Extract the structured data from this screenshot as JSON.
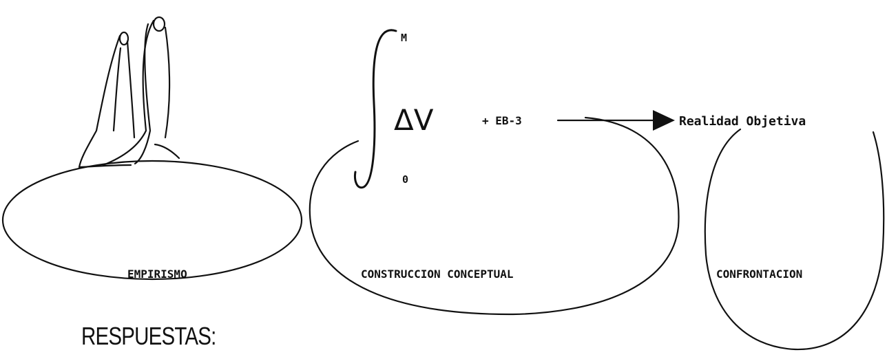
{
  "diagram": {
    "stages": [
      {
        "id": "empirismo",
        "label": "EMPIRISMO"
      },
      {
        "id": "construccion",
        "label": "CONSTRUCCION CONCEPTUAL"
      },
      {
        "id": "confrontacion",
        "label": "CONFRONTACION"
      }
    ],
    "integral": {
      "upper_limit": "M",
      "lower_limit": "0",
      "integrand": "ΔV",
      "term": "+ EB-3"
    },
    "arrow_target": "Realidad Objetiva",
    "answers_label": "RESPUESTAS:"
  }
}
